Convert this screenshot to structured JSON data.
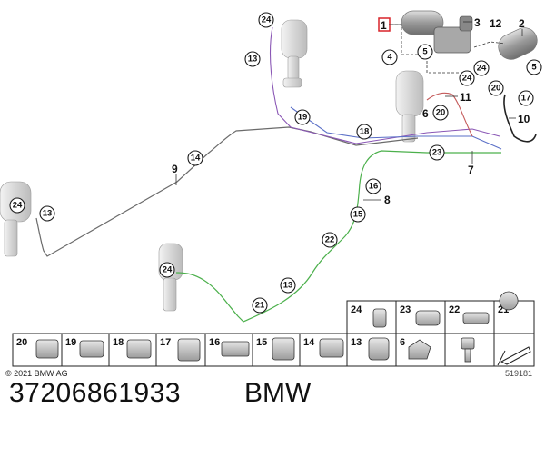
{
  "copyright": "© 2021 BMW AG",
  "drawing_number": "519181",
  "part_number": "37206861933",
  "brand": "BMW",
  "colors": {
    "grey_line": "#6b6b6b",
    "blue_line": "#5a6fc7",
    "purple_line": "#8a57b5",
    "green_line": "#4cb04c",
    "red_line": "#c45a5a",
    "highlight": "#d9242a"
  },
  "callouts": {
    "c24_top": "24",
    "c13_top": "13",
    "c19": "19",
    "c18": "18",
    "c14": "14",
    "c24_left": "24",
    "c13_left": "13",
    "c16": "16",
    "c15": "15",
    "c22": "22",
    "c24_bottom": "24",
    "c13_bottom": "13",
    "c21": "21",
    "c23": "23",
    "c20": "20",
    "c24_right": "24",
    "c5_a": "5",
    "c5_b": "5",
    "c4": "4",
    "c17": "17",
    "c20_b": "20"
  },
  "labels": {
    "n1": "1",
    "n2": "2",
    "n3": "3",
    "n6": "6",
    "n7": "7",
    "n8": "8",
    "n9": "9",
    "n10": "10",
    "n11": "11",
    "n12": "12"
  },
  "legend_top": [
    "24",
    "23",
    "22",
    "21"
  ],
  "legend_bottom": [
    "20",
    "19",
    "18",
    "17",
    "16",
    "15",
    "14",
    "13",
    "6"
  ]
}
